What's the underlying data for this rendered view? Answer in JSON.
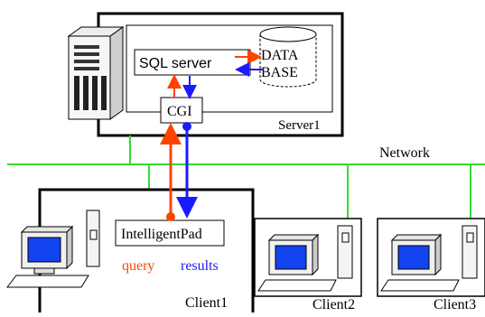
{
  "server": {
    "label": "Server1"
  },
  "sql_server": {
    "label": "SQL server"
  },
  "database": {
    "line1": "DATA",
    "line2": "BASE"
  },
  "cgi": {
    "label": "CGI"
  },
  "network": {
    "label": "Network"
  },
  "client1": {
    "label": "Client1",
    "app_label": "IntelligentPad",
    "query_label": "query",
    "results_label": "results"
  },
  "client2": {
    "label": "Client2"
  },
  "client3": {
    "label": "Client3"
  },
  "colors": {
    "network": "#33dd33",
    "query": "#ff4400",
    "results": "#1a1aff",
    "monitor_screen": "#1144ee",
    "frame": "#000000"
  }
}
